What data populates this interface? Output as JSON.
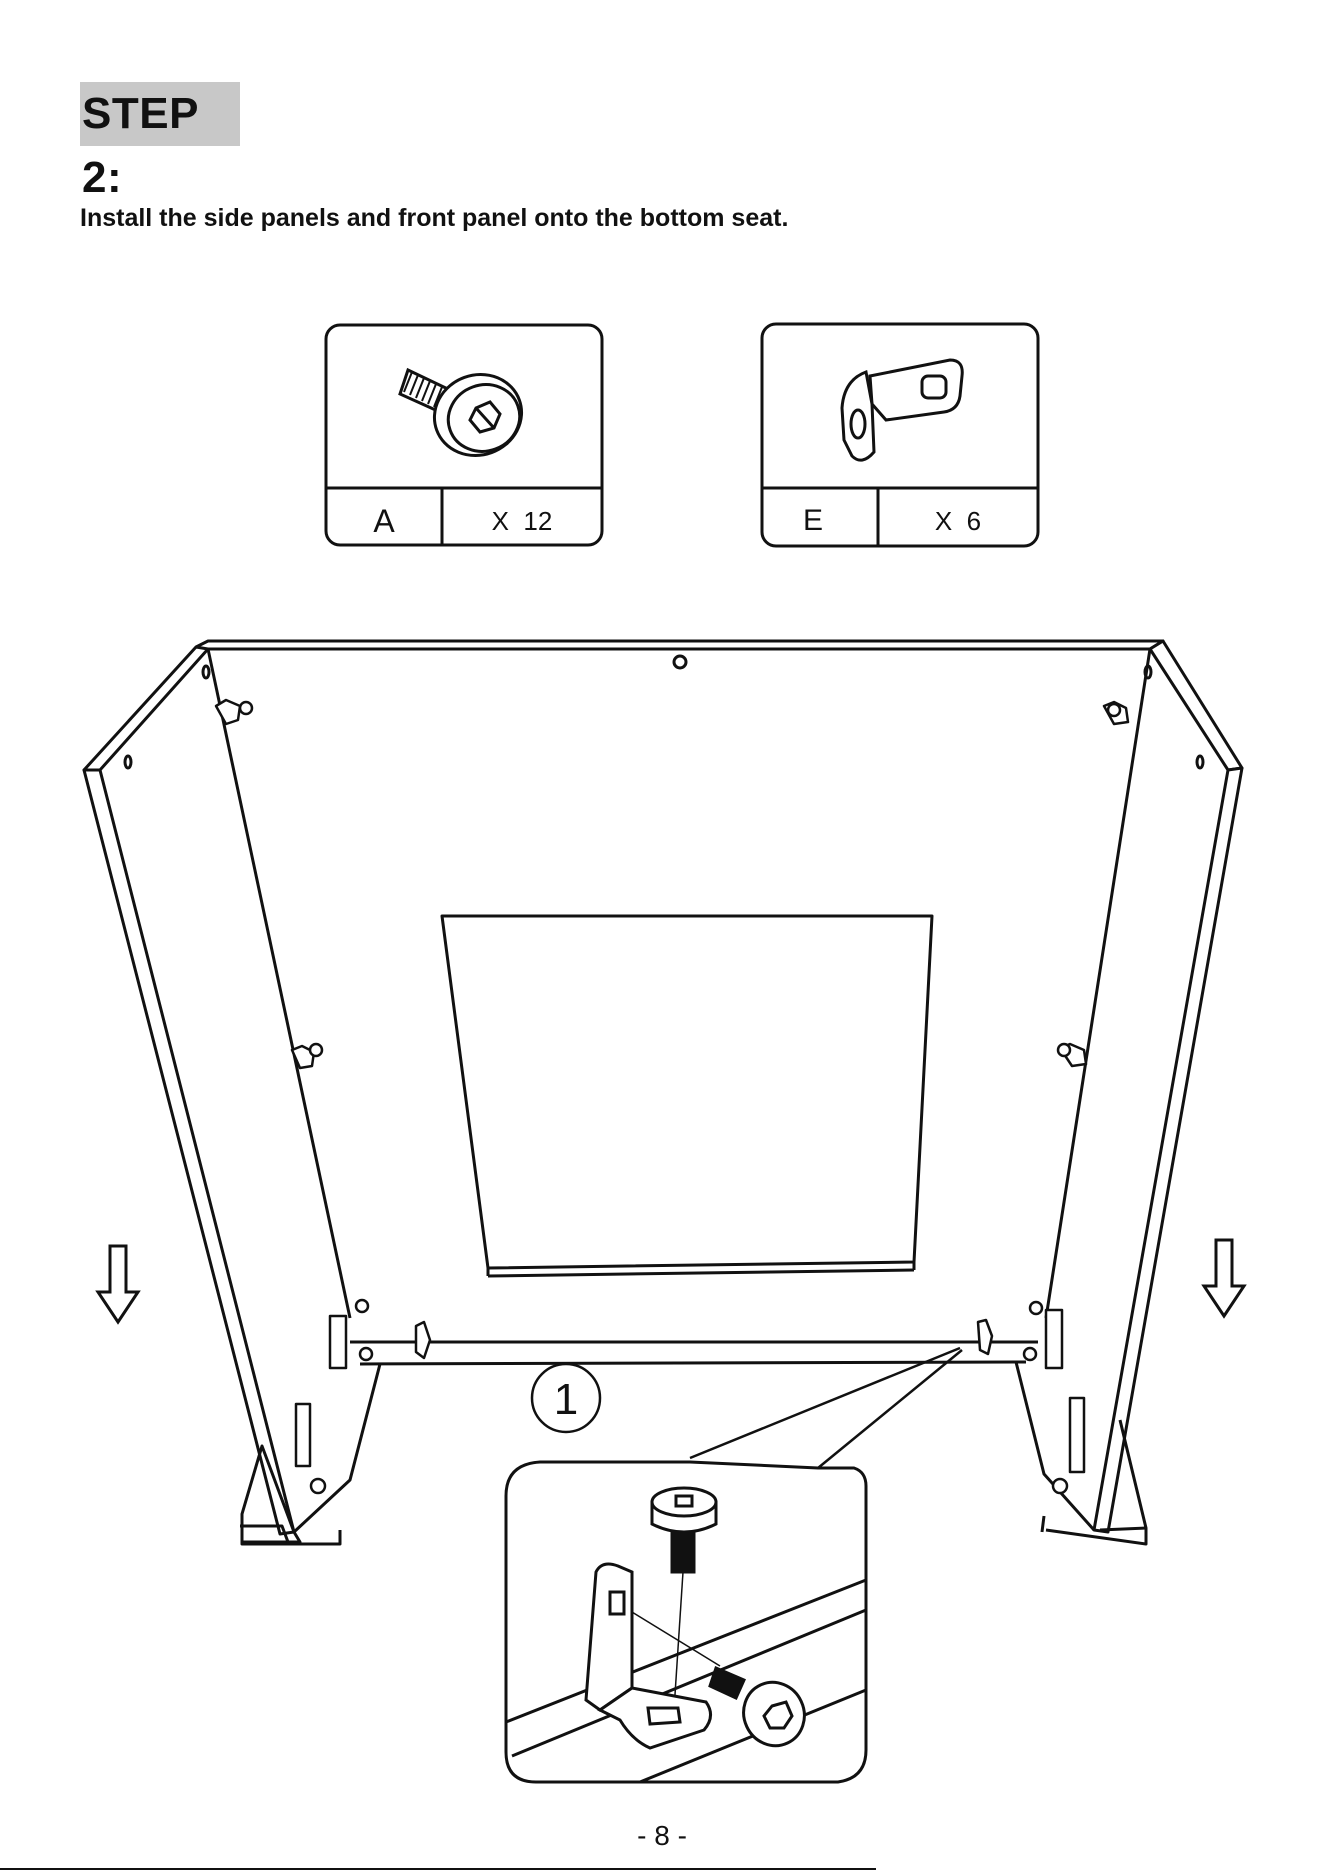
{
  "header": {
    "title": "STEP 2:"
  },
  "instruction": "Install the side panels and front panel onto the bottom seat.",
  "parts": [
    {
      "code": "A",
      "qty": "X  12",
      "icon": "hex-socket-screw-icon"
    },
    {
      "code": "E",
      "qty": "X  6",
      "icon": "l-bracket-icon"
    }
  ],
  "diagram": {
    "callout_number": "1",
    "icon": "cabinet-assembly-diagram"
  },
  "footer": {
    "page_number": "- 8 -"
  }
}
